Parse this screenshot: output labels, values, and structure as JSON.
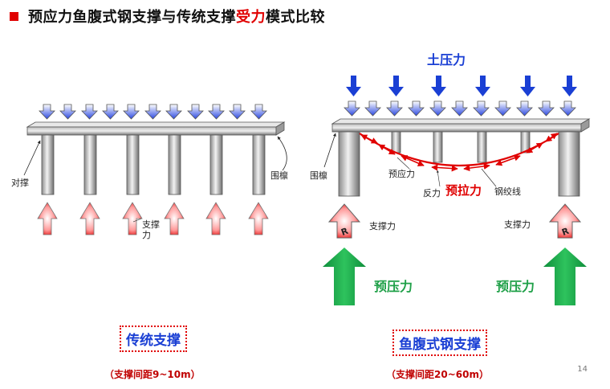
{
  "title": {
    "part1": "预应力鱼腹式钢支撑与传统支撑",
    "highlight": "受力",
    "part2": "模式比较"
  },
  "left": {
    "label_strut": "对撑",
    "label_wale": "围檩",
    "label_force": "支撑力",
    "box_title": "传统支撑",
    "spacing": "（支撑间距9~10m）"
  },
  "right": {
    "label_soil": "土压力",
    "label_wale": "围檩",
    "label_prestress": "预应力",
    "label_reaction": "反力",
    "label_tension": "预拉力",
    "label_strand": "钢绞线",
    "label_force_left": "支撑力",
    "label_force_right": "支撑力",
    "label_pre_left": "预压力",
    "label_pre_right": "预压力",
    "r_left": "R",
    "r_right": "R",
    "box_title": "鱼腹式钢支撑",
    "spacing": "（支撑间距20~60m）"
  },
  "page_number": "14",
  "colors": {
    "accent_red": "#e00000",
    "blue": "#1a3fd4",
    "green": "#1fa048"
  }
}
